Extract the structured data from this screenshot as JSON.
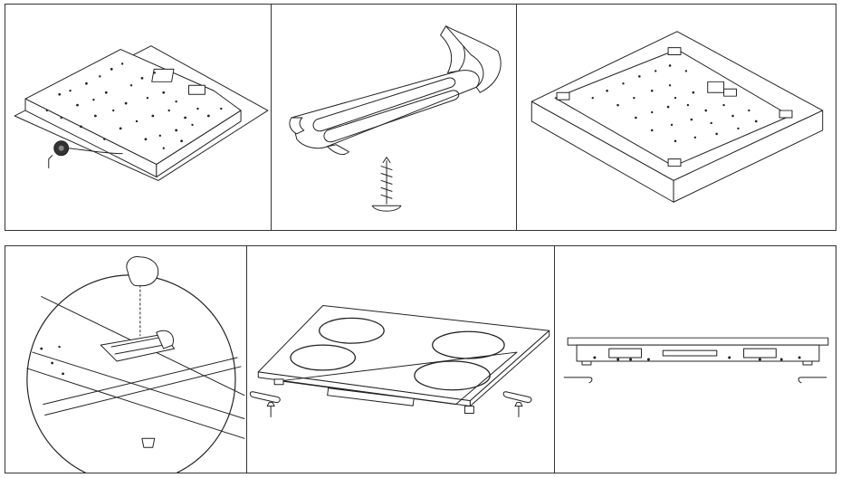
{
  "diagram": {
    "title": "",
    "steps": [
      {
        "id": 1,
        "subject": "hob-underside-with-seal",
        "callout": ""
      },
      {
        "id": 2,
        "subject": "mounting-bracket-and-screw"
      },
      {
        "id": 3,
        "subject": "hob-positioned-on-worktop-cutout"
      },
      {
        "id": 4,
        "subject": "bracket-screwed-close-up"
      },
      {
        "id": 5,
        "subject": "hob-with-four-zones-and-brackets"
      },
      {
        "id": 6,
        "subject": "side-view-hob-in-worktop"
      }
    ]
  },
  "colors": {
    "ink": "#222222",
    "background": "#ffffff",
    "panel_border": "#333333"
  }
}
